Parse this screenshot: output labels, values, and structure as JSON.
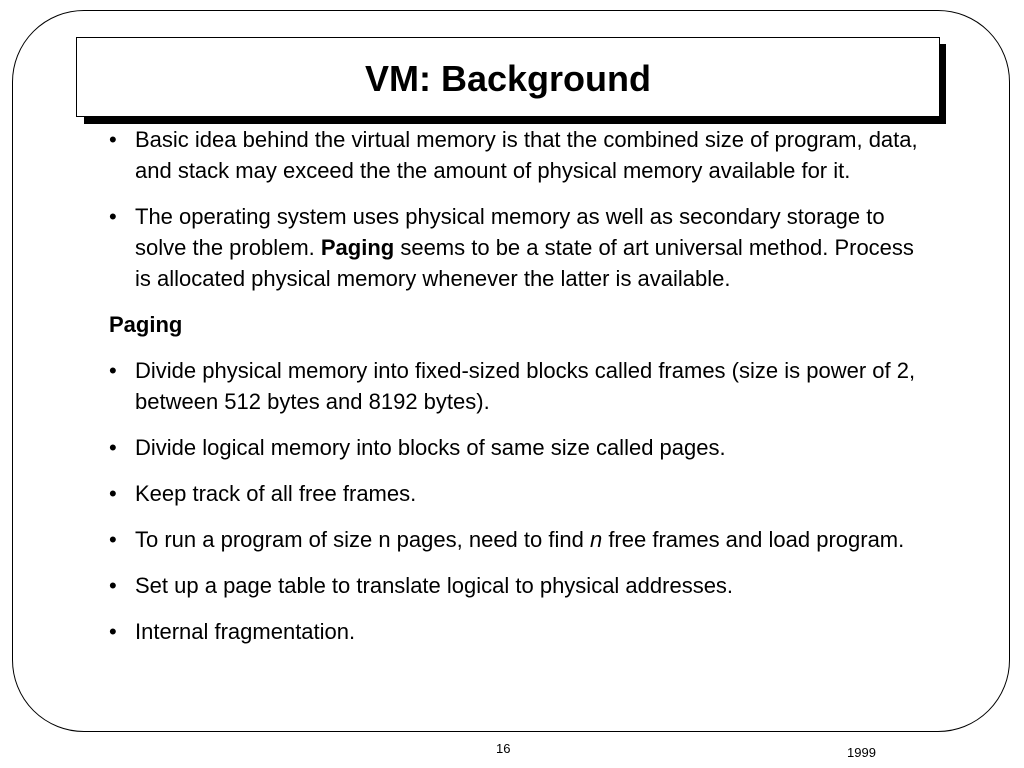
{
  "title": "VM: Background",
  "bullet_glyph": "•",
  "items": [
    {
      "type": "bullet",
      "parts": [
        {
          "text": "Basic idea behind the virtual memory is that the combined size of program, data, and stack may exceed the the amount of physical memory available for it."
        }
      ]
    },
    {
      "type": "bullet",
      "parts": [
        {
          "text": "The operating system uses physical memory as well as secondary storage to solve the problem. "
        },
        {
          "text": "Paging",
          "style": "bold"
        },
        {
          "text": " seems to be a state of art universal method. Process is allocated physical memory whenever the latter is available."
        }
      ]
    },
    {
      "type": "heading",
      "text": "Paging"
    },
    {
      "type": "bullet",
      "parts": [
        {
          "text": "Divide physical memory into fixed-sized blocks called frames (size is power of 2, between 512 bytes and 8192 bytes)."
        }
      ]
    },
    {
      "type": "bullet",
      "parts": [
        {
          "text": "Divide logical memory into blocks of same size called pages."
        }
      ]
    },
    {
      "type": "bullet",
      "parts": [
        {
          "text": "Keep track of all free frames."
        }
      ]
    },
    {
      "type": "bullet",
      "parts": [
        {
          "text": "To run a program of size n pages, need to find "
        },
        {
          "text": "n",
          "style": "italic"
        },
        {
          "text": " free frames and load program."
        }
      ]
    },
    {
      "type": "bullet",
      "parts": [
        {
          "text": "Set up a page table to translate logical to physical addresses."
        }
      ]
    },
    {
      "type": "bullet",
      "parts": [
        {
          "text": "Internal fragmentation."
        }
      ]
    }
  ],
  "footer": {
    "page_number": "16",
    "year": "1999"
  }
}
